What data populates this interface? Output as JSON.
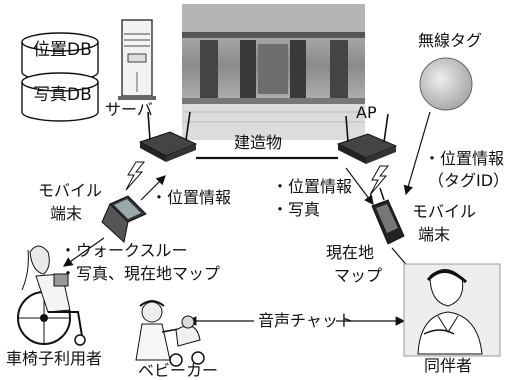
{
  "database": {
    "location_db": "位置DB",
    "photo_db": "写真DB"
  },
  "nodes": {
    "server": "サーバ",
    "ap": "AP",
    "building": "建造物",
    "wireless_tag": "無線タグ",
    "mobile_left_line1": "モバイル",
    "mobile_left_line2": "端末",
    "mobile_right_line1": "モバイル",
    "mobile_right_line2": "端末",
    "wheelchair_user": "車椅子利用者",
    "stroller": "ベビーカー",
    "companion": "同伴者"
  },
  "flows": {
    "left_upload": "・位置情報",
    "tag_info_line1": "・位置情報",
    "tag_info_line2": "（タグID）",
    "right_upload_line1": "・位置情報",
    "right_upload_line2": "・写真",
    "walkthrough_line1": "・ウォークスルー",
    "walkthrough_line2": "・写真、現在地マップ",
    "current_map_line1": "現在地",
    "current_map_line2": "マップ",
    "voice_chat": "音声チャット"
  },
  "icons": [
    "database-icon",
    "server-tower-icon",
    "access-point-icon",
    "building-photo",
    "wireless-tag-icon",
    "laptop-icon",
    "pda-icon",
    "lightning-icon",
    "wheelchair-user-icon",
    "stroller-icon",
    "companion-icon"
  ]
}
